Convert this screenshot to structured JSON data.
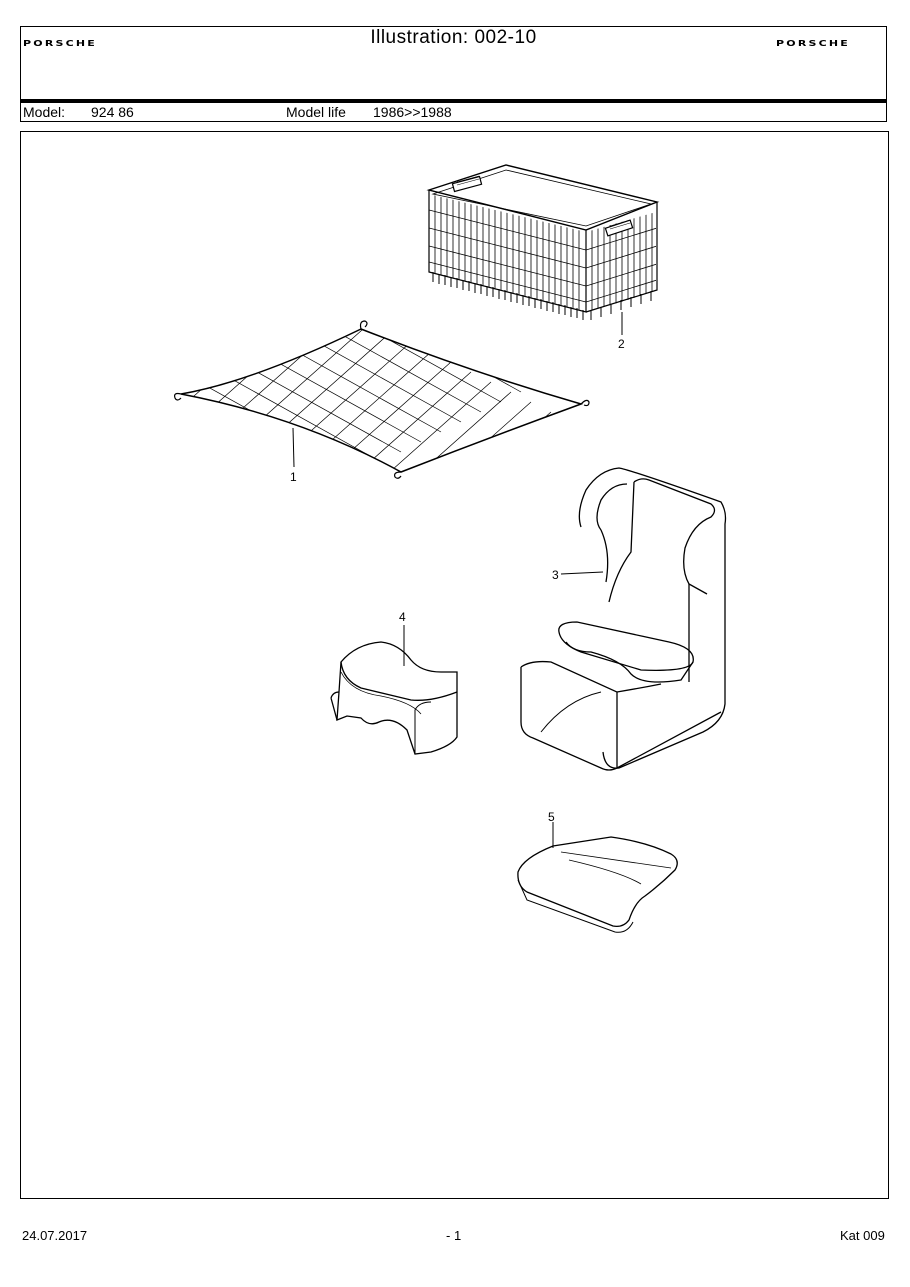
{
  "header": {
    "logo_left": "PORSCHE",
    "logo_right": "PORSCHE",
    "title": "Illustration: 002-10"
  },
  "model_row": {
    "model_label": "Model:",
    "model_value": "924 86",
    "life_label": "Model life",
    "life_value": "1986>>1988"
  },
  "illustration": {
    "callouts": [
      "1",
      "2",
      "3",
      "4",
      "5"
    ]
  },
  "footer": {
    "date": "24.07.2017",
    "page": "- 1",
    "catalog": "Kat 009"
  }
}
